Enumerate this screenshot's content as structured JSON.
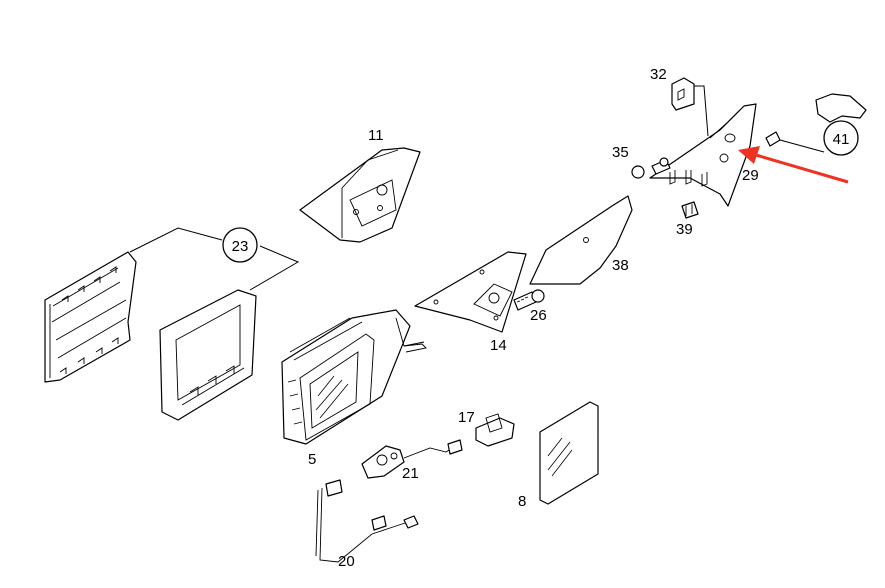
{
  "labels": {
    "p5": "5",
    "p8": "8",
    "p11": "11",
    "p14": "14",
    "p17": "17",
    "p20": "20",
    "p21": "21",
    "p23": "23",
    "p26": "26",
    "p29": "29",
    "p32": "32",
    "p35": "35",
    "p38": "38",
    "p39": "39",
    "p41": "41"
  },
  "colors": {
    "line": "#000000",
    "arrow": "#ee3322",
    "background": "#ffffff"
  },
  "icons": {
    "pointer": "red-arrow-icon"
  }
}
